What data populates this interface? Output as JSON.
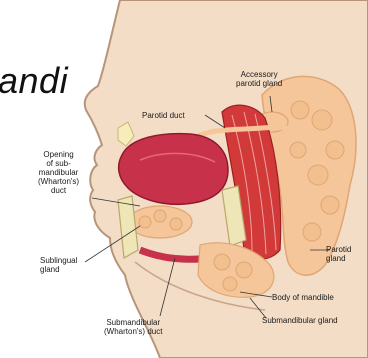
{
  "slide_text": "andi",
  "labels": {
    "accessory_parotid": "Accessory\nparotid gland",
    "parotid_duct": "Parotid duct",
    "opening_submandibular": "Opening\nof sub-\nmandibular\n(Wharton's)\nduct",
    "parotid_gland": "Parotid\ngland",
    "sublingual_gland": "Sublingual\ngland",
    "body_of_mandible": "Body of mandible",
    "submandibular_gland": "Submandibular gland",
    "submandibular_duct": "Submandibular\n(Wharton's) duct"
  },
  "colors": {
    "skin": "#f3ddc6",
    "skin_line": "#b7957a",
    "muscle": "#d23a3a",
    "gland": "#f4c69a",
    "gland_dark": "#e0a673",
    "tongue": "#c8314a",
    "bone": "#efe6b8",
    "leader": "#333333"
  }
}
